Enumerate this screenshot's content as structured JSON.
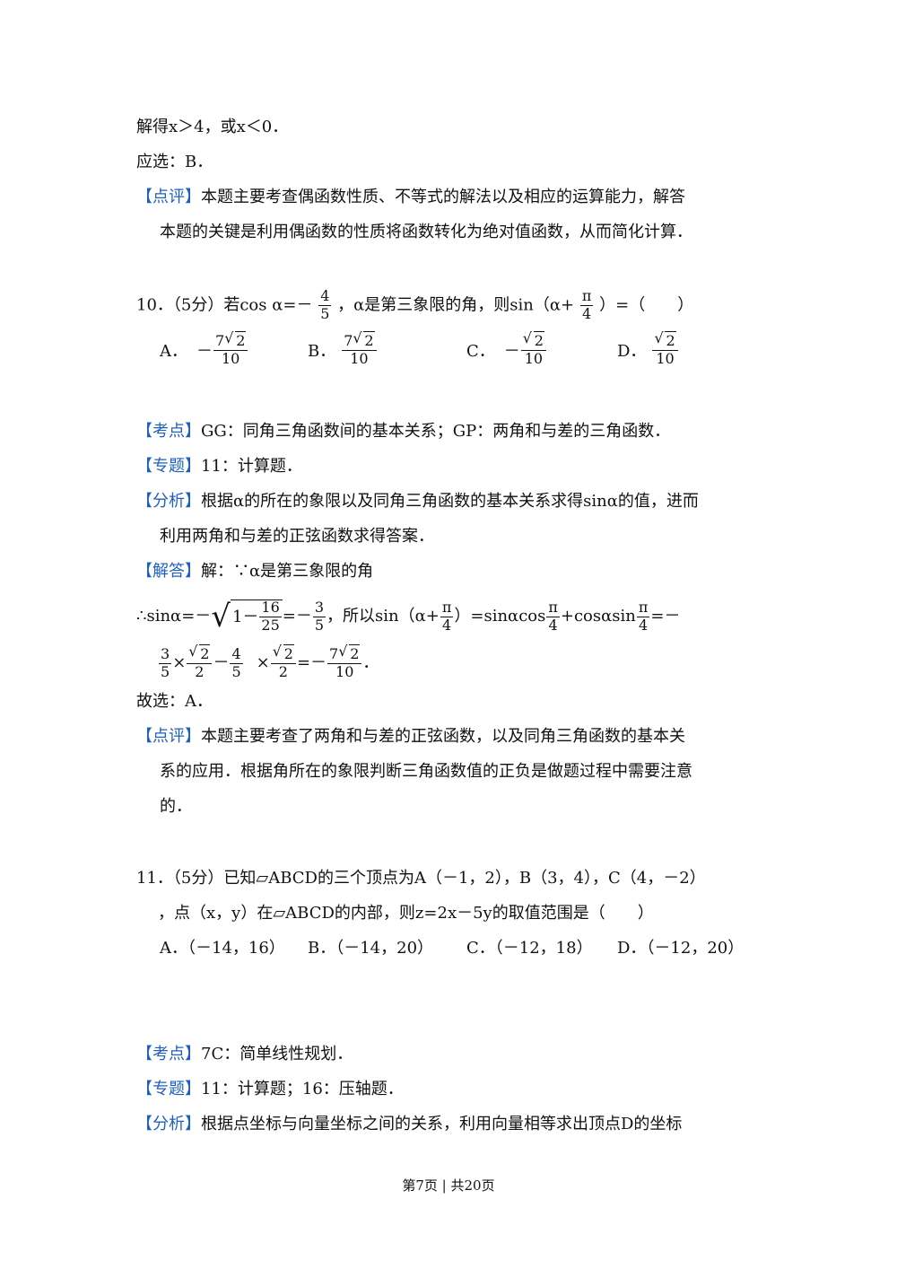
{
  "prev": {
    "line1": "解得x＞4，或x＜0．",
    "line2": "应选：B．",
    "review_tag": "【点评】",
    "review_1": "本题主要考查偶函数性质、不等式的解法以及相应的运算能力，解答",
    "review_2": "本题的关键是利用偶函数的性质将函数转化为绝对值函数，从而简化计算．"
  },
  "q10": {
    "stem_a": "10．（5分）若cos α=－",
    "stem_frac_num": "4",
    "stem_frac_den": "5",
    "stem_b": "，α是第三象限的角，则sin（α+",
    "pi": "π",
    "four": "4",
    "stem_c": "）=（　　）",
    "options": [
      {
        "letter": "A．",
        "sign": "－",
        "coef": "7",
        "rad": "2",
        "den": "10"
      },
      {
        "letter": "B．",
        "sign": "",
        "coef": "7",
        "rad": "2",
        "den": "10"
      },
      {
        "letter": "C．",
        "sign": "－",
        "coef": "",
        "rad": "2",
        "den": "10"
      },
      {
        "letter": "D．",
        "sign": "",
        "coef": "",
        "rad": "2",
        "den": "10"
      }
    ],
    "kd_tag": "【考点】",
    "kd": "GG：同角三角函数间的基本关系；GP：两角和与差的三角函数．",
    "zt_tag": "【专题】",
    "zt": "11：计算题．",
    "fx_tag": "【分析】",
    "fx_1": "根据α的所在的象限以及同角三角函数的基本关系求得sinα的值，进而",
    "fx_2": "利用两角和与差的正弦函数求得答案．",
    "jd_tag": "【解答】",
    "jd": "解：∵α是第三象限的角",
    "s1_a": "∴sinα=－",
    "s1_one": "1－",
    "s1_16": "16",
    "s1_25": "25",
    "s1_b": "=－",
    "s1_3": "3",
    "s1_5": "5",
    "s1_c": "，所以sin（α+",
    "s1_d": "）=sinαcos",
    "s1_e": "+cosαsin",
    "s1_f": "=－",
    "s2_3": "3",
    "s2_5": "5",
    "s2_x1": "×",
    "s2_r": "2",
    "s2_2": "2",
    "s2_m": "－",
    "s2_4": "4",
    "s2_5b": "5",
    "s2_x2": "×",
    "s2_eq": "=－",
    "s2_7": "7",
    "s2_10": "10",
    "s2_end": "．",
    "gx": "故选：A．",
    "py_tag": "【点评】",
    "py_1": "本题主要考查了两角和与差的正弦函数，以及同角三角函数的基本关",
    "py_2": "系的应用．根据角所在的象限判断三角函数值的正负是做题过程中需要注意",
    "py_3": "的．"
  },
  "q11": {
    "stem_1": "11．（5分）已知▱ABCD的三个顶点为A（－1，2），B（3，4），C（4，－2）",
    "stem_2": "，点（x，y）在▱ABCD的内部，则z=2x－5y的取值范围是（　　）",
    "options": [
      {
        "letter": "A．",
        "text": "（－14，16）"
      },
      {
        "letter": "B．",
        "text": "（－14，20）"
      },
      {
        "letter": "C．",
        "text": "（－12，18）"
      },
      {
        "letter": "D．",
        "text": "（－12，20）"
      }
    ],
    "kd_tag": "【考点】",
    "kd": "7C：简单线性规划．",
    "zt_tag": "【专题】",
    "zt": "11：计算题；16：压轴题．",
    "fx_tag": "【分析】",
    "fx": "根据点坐标与向量坐标之间的关系，利用向量相等求出顶点D的坐标"
  },
  "footer": "第7页 | 共20页"
}
